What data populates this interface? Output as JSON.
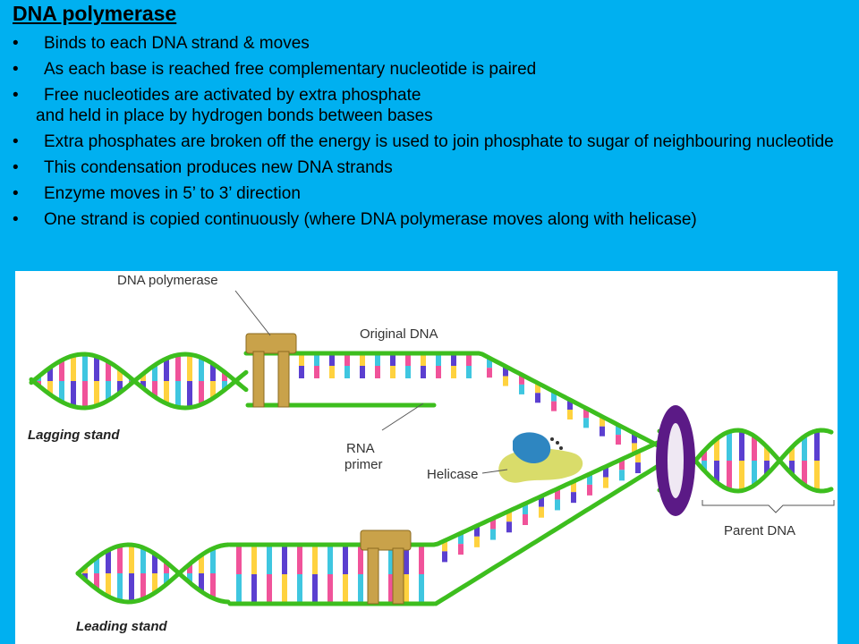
{
  "slide": {
    "title": "DNA polymerase",
    "bullet_char": "•",
    "bullets": [
      "Binds to each DNA strand & moves",
      "As each base is reached free complementary nucleotide is paired",
      "Free nucleotides are activated by extra phosphate",
      "and held in place by hydrogen bonds between bases",
      "Extra phosphates are broken off the energy is used to join phosphate to sugar of neighbouring nucleotide",
      "This condensation produces new DNA strands",
      "Enzyme moves in 5’ to 3’ direction",
      "One strand is copied continuously (where DNA polymerase moves along with helicase)"
    ]
  },
  "diagram": {
    "labels": {
      "dna_polymerase": "DNA polymerase",
      "original_dna": "Original DNA",
      "lagging_strand": "Lagging stand",
      "rna_primer_line1": "RNA",
      "rna_primer_line2": "primer",
      "helicase": "Helicase",
      "parent_dna": "Parent DNA",
      "leading_strand": "Leading stand"
    },
    "colors": {
      "backbone": "#3DBE1E",
      "polymerase": "#C9A24A",
      "helicase": "#D9DC6A",
      "ring": "#5B1A86",
      "base_colors": [
        "#F0539A",
        "#FFD23F",
        "#3FC6E0",
        "#5B3FD0"
      ]
    }
  }
}
